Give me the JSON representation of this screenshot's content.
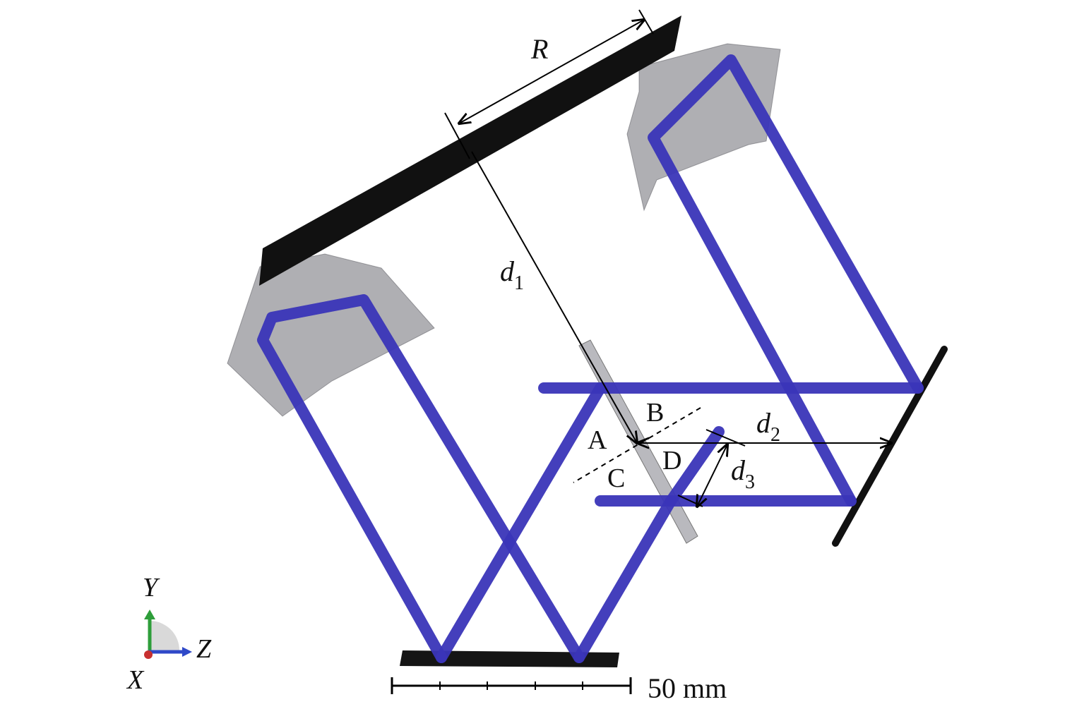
{
  "labels": {
    "R": "R",
    "d1": "d",
    "d1_sub": "1",
    "d2": "d",
    "d2_sub": "2",
    "d3": "d",
    "d3_sub": "3",
    "A": "A",
    "B": "B",
    "C": "C",
    "D": "D"
  },
  "axes": {
    "y": "Y",
    "z": "Z",
    "x": "X"
  },
  "scale_bar": {
    "label": "50 mm"
  },
  "colors": {
    "beam": "#3a35b8",
    "mirror": "#1a1a1a",
    "prism": "#6e6e74",
    "axis_y": "#2e9e3a",
    "axis_z": "#2f49c8",
    "axis_x": "#c83030"
  }
}
